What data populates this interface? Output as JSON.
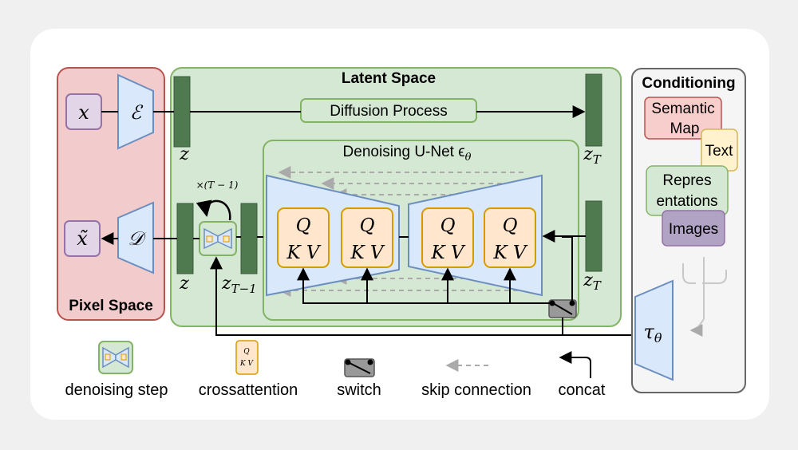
{
  "regions": {
    "pixel_space": "Pixel Space",
    "latent_space": "Latent Space",
    "conditioning": "Conditioning"
  },
  "pixel": {
    "x": "x",
    "x_tilde": "x̃",
    "encoder": "ℰ",
    "decoder": "𝒟"
  },
  "latent": {
    "z_top": "z",
    "z_bottom": "z",
    "z_T_top": "z",
    "z_T_top_sub": "T",
    "z_T_bottom": "z",
    "z_T_bottom_sub": "T",
    "z_T_minus_1": "z",
    "z_T_minus_1_sub": "T−1",
    "diffusion": "Diffusion Process",
    "unet_title": "Denoising U-Net ϵ",
    "unet_title_sub": "θ",
    "repeat": "×(T − 1)",
    "q": "Q",
    "kv": "K V"
  },
  "conditioning": {
    "semantic_line1": "Semantic",
    "semantic_line2": "Map",
    "text": "Text",
    "repr_line1": "Repres",
    "repr_line2": "entations",
    "images": "Images",
    "tau": "τ",
    "tau_sub": "θ"
  },
  "legend": {
    "denoising_step": "denoising step",
    "crossattention": "crossattention",
    "switch": "switch",
    "skip_connection": "skip connection",
    "concat": "concat",
    "mini_q": "Q",
    "mini_kv": "K V"
  },
  "colors": {
    "pixel_fill": "#f2cccc",
    "pixel_stroke": "#b85450",
    "latent_fill": "#d5e8d4",
    "latent_stroke": "#82b366",
    "bar_dark": "#4f7a4f",
    "trapezoid_fill": "#dae8fc",
    "trapezoid_stroke": "#6c8ebf",
    "purple_fill": "#e1d5e7",
    "purple_stroke": "#9673a6",
    "attn_fill": "#ffe6cc",
    "attn_stroke": "#d79b00",
    "semantic_fill": "#f8cecc",
    "text_fill": "#fff2cc",
    "text_stroke": "#d6b656",
    "repr_fill": "#d5e8d4",
    "images_fill": "#b0a3c4",
    "cond_fill": "#f5f5f5",
    "cond_stroke": "#666666"
  }
}
